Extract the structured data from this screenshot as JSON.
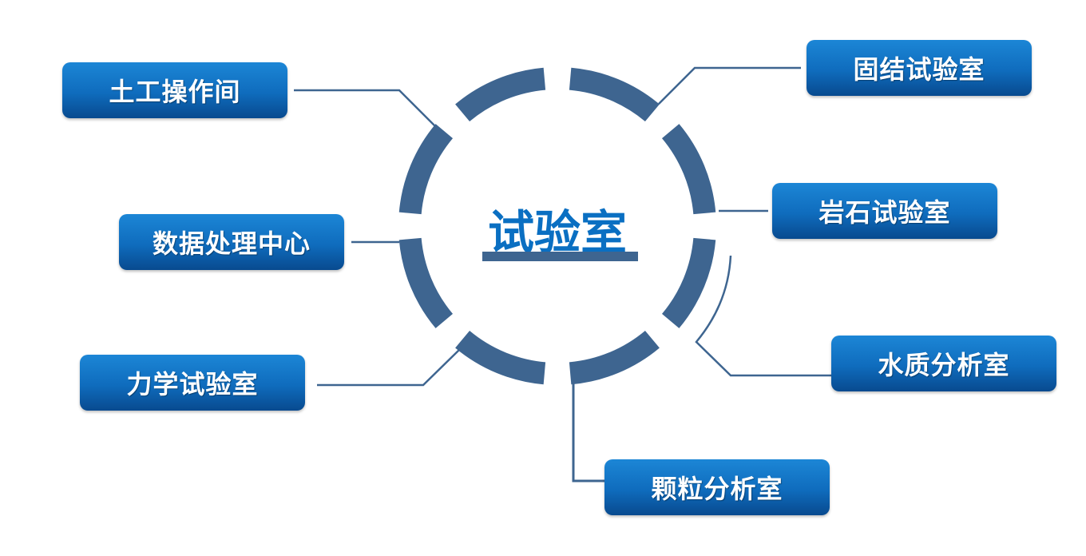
{
  "center": {
    "title": "试验室"
  },
  "nodes": [
    {
      "id": "soil-operation-room",
      "label": "土工操作间"
    },
    {
      "id": "consolidation-lab",
      "label": "固结试验室"
    },
    {
      "id": "rock-lab",
      "label": "岩石试验室"
    },
    {
      "id": "data-processing-center",
      "label": "数据处理中心"
    },
    {
      "id": "water-quality-room",
      "label": "水质分析室"
    },
    {
      "id": "mechanics-lab",
      "label": "力学试验室"
    },
    {
      "id": "particle-analysis-room",
      "label": "颗粒分析室"
    }
  ],
  "colors": {
    "ring": "#3e6590",
    "connector": "#3e6590",
    "box": "#0f6cbd",
    "title": "#0a6fc2"
  }
}
